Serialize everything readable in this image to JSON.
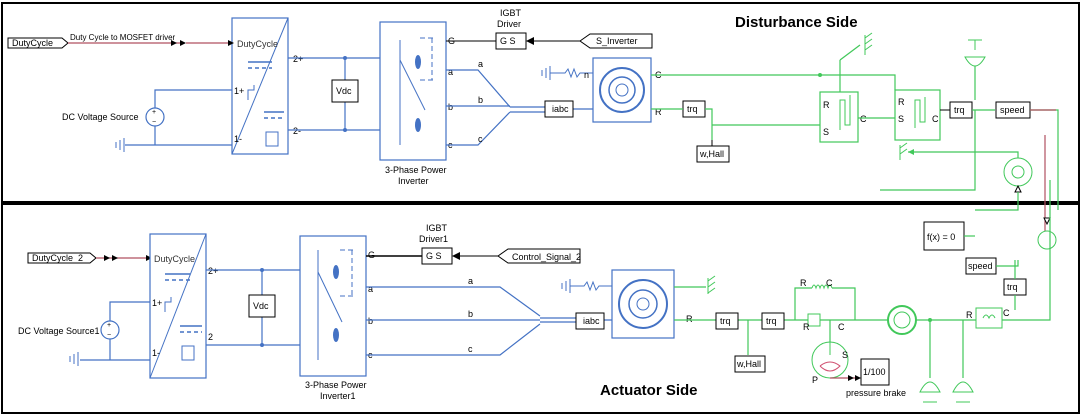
{
  "panels": {
    "disturbance_title": "Disturbance Side",
    "actuator_title": "Actuator Side"
  },
  "top": {
    "dutycycle_from": "DutyCycle",
    "dutycycle_signal": "Duty Cycle to MOSFET driver",
    "converter_in": "DutyCycle",
    "port_1plus": "1+",
    "port_1minus": "1-",
    "port_2plus": "2+",
    "port_2minus": "2-",
    "dc_source_label": "DC Voltage Source",
    "vdc": "Vdc",
    "igbt_driver_label": "IGBT Driver",
    "gs": "G   S",
    "s_inverter": "S_Inverter",
    "inverter_label": "3-Phase Power Inverter",
    "port_G": "G",
    "port_a": "a",
    "port_b": "b",
    "port_c": "c",
    "wire_a": "a",
    "wire_b": "b",
    "wire_c": "c",
    "iabc": "iabc",
    "port_n": "n",
    "port_C": "C",
    "port_R": "R",
    "trq": "trq",
    "whall": "w,Hall",
    "trq2": "trq",
    "speed": "speed"
  },
  "bottom": {
    "dutycycle_from": "DutyCycle_2",
    "converter_in": "DutyCycle",
    "port_1plus": "1+",
    "port_1minus": "1-",
    "port_2plus": "2+",
    "port_2minus": "2",
    "dc_source_label": "DC Voltage Source1",
    "vdc": "Vdc",
    "igbt_driver_label": "IGBT Driver1",
    "gs": "G   S",
    "control_signal": "Control_Signal_2",
    "inverter_label": "3-Phase Power Inverter1",
    "port_G": "G",
    "port_a": "a",
    "port_b": "b",
    "port_c": "c",
    "wire_a": "a",
    "wire_b": "b",
    "wire_c": "c",
    "iabc": "iabc",
    "port_R": "R",
    "trq_out": "trq",
    "trq_in": "trq",
    "whall": "w,Hall",
    "fx0": "f(x) = 0",
    "speed": "speed",
    "trq_vert": "trq",
    "const_1_100": "1/100",
    "pressure_brake": "pressure brake",
    "port_S": "S",
    "port_P": "P"
  },
  "colors": {
    "electrical": "#4472c4",
    "mechanical": "#41c85a",
    "signal": "#000000",
    "physical_signal": "#b05060"
  }
}
